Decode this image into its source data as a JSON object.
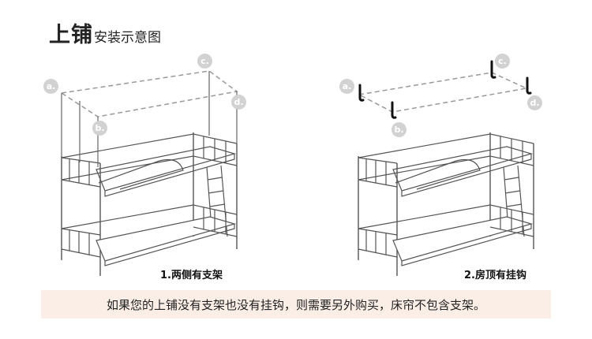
{
  "title": {
    "main": "上铺",
    "sub": "安装示意图"
  },
  "panels": [
    {
      "caption": "1.两侧有支架",
      "labels": [
        "a.",
        "b.",
        "c.",
        "d."
      ]
    },
    {
      "caption": "2.房顶有挂钩",
      "labels": [
        "a.",
        "b.",
        "c.",
        "d."
      ]
    }
  ],
  "note": "如果您的上铺没有支架也没有挂钩，则需要另外购买，床帘不包含支架。",
  "colors": {
    "line": "#555555",
    "dash": "#999999",
    "label_bg": "#d2d2d2",
    "note_bg": "#fbeee7",
    "hook": "#111111"
  }
}
